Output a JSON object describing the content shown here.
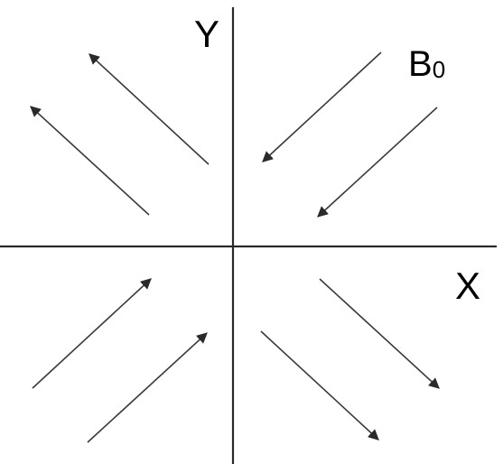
{
  "labels": {
    "y_axis": "Y",
    "x_axis": "X",
    "field": "B",
    "field_subscript": "0"
  },
  "colors": {
    "axes": "#2a2a2a",
    "arrows": "#3a3a3a",
    "text": "#000000"
  }
}
